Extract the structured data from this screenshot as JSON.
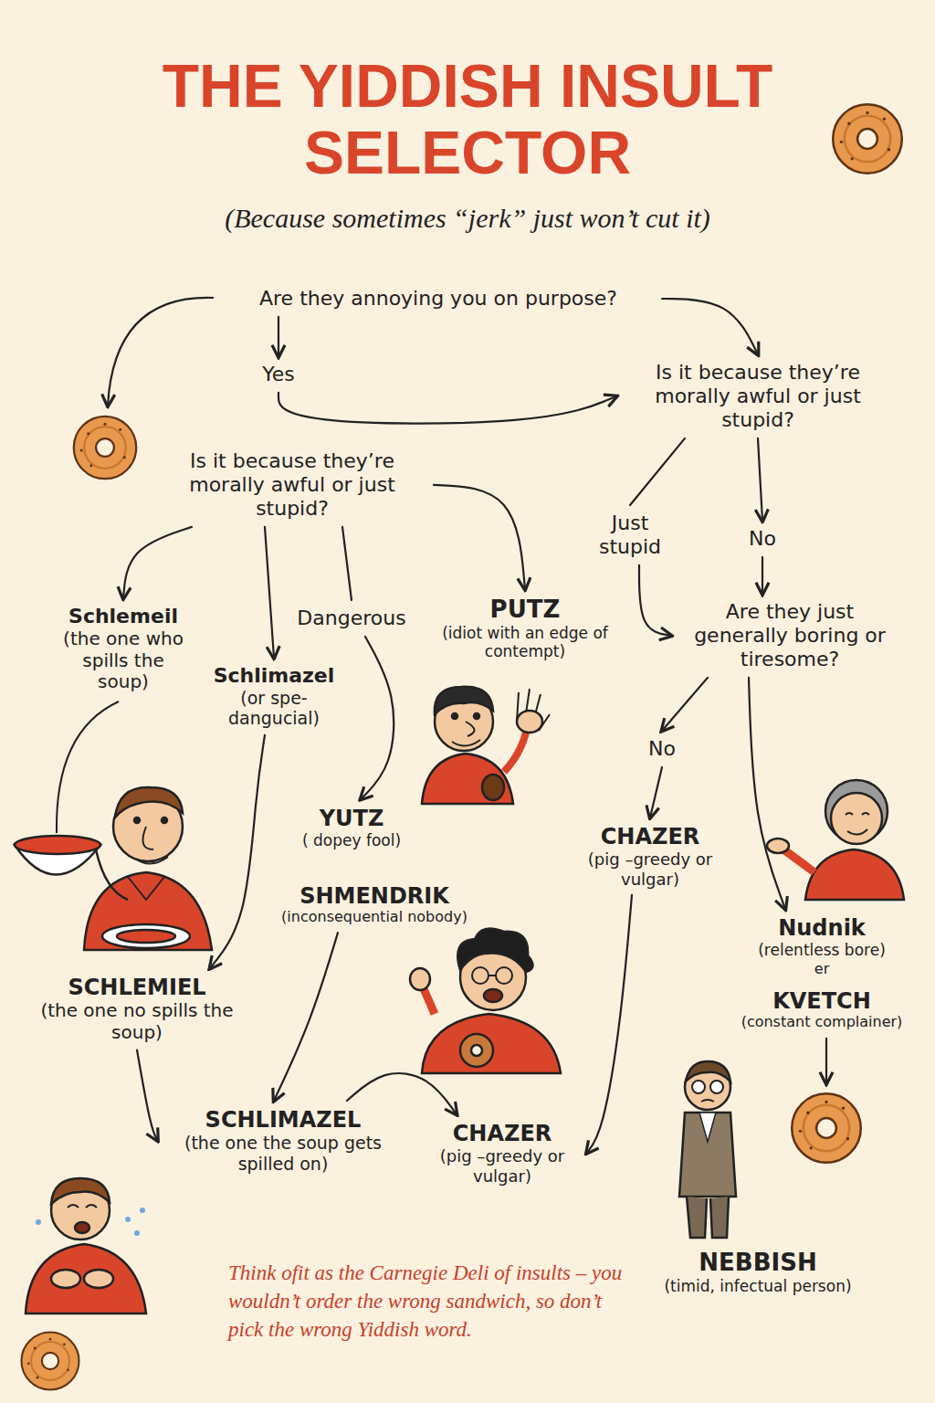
{
  "diagram": {
    "title": "THE YIDDISH INSULT SELECTOR",
    "caption": "Think ofit as the Carnegie Deli of insults – you wouldn’t order the wrong sandwich, so don’t pick the wrong Yiddish word.",
    "nodes": [
      {
        "text": [
          "Are they annoying you on purpose?"
        ]
      },
      {
        "text": [
          "Yes"
        ]
      },
      {
        "text": [
          "Is it because they’re morally awful or just stupid?"
        ]
      },
      {
        "text": [
          "Is it because they’re morally awful or just stupid?"
        ]
      },
      {
        "text": [
          "Just stupid"
        ]
      },
      {
        "text": [
          "No"
        ]
      },
      {
        "text": [
          "Are they just generally boring or tiresome?"
        ]
      },
      {
        "text": [
          "Schlemeil",
          "(the one who spills the soup)"
        ]
      },
      {
        "text": [
          "Dangerous"
        ]
      },
      {
        "text": [
          "Schlimazel",
          "(or spe- dangucial)"
        ]
      },
      {
        "text": [
          "PUTZ",
          "(idiot with an edge of contempt)"
        ]
      },
      {
        "text": [
          "No"
        ]
      },
      {
        "text": [
          "CHAZER",
          "(pig –greedy or vulgar)"
        ]
      },
      {
        "text": [
          "Nudnik",
          "(relentless bore)"
        ]
      },
      {
        "text": [
          "KVETCH",
          "(constant complainer)"
        ]
      },
      {
        "text": [
          "YUTZ",
          "( dopey fool)"
        ]
      },
      {
        "text": [
          "SHMENDRIK",
          "(inconsequential nobody)"
        ]
      },
      {
        "text": [
          "SCHLEMIEL",
          "(the one no spills the soup)"
        ]
      },
      {
        "text": [
          "SCHLIMAZEL",
          "(the one the soup gets spilled on)"
        ]
      },
      {
        "text": [
          "CHAZER",
          "(pig –greedy or vulgar)"
        ]
      },
      {
        "text": [
          "NEBBISH",
          "(timid, infectual person)"
        ]
      }
    ],
    "edges": [
      {
        "from": 0,
        "to": 1,
        "arrow": "to"
      },
      {
        "from": 0,
        "to": 2,
        "arrow": "to"
      },
      {
        "from": 1,
        "to": 2,
        "arrow": "to"
      },
      {
        "from": 3,
        "to": 7,
        "arrow": "to"
      },
      {
        "from": 3,
        "to": 9,
        "arrow": "to"
      },
      {
        "from": 3,
        "to": 8,
        "arrow": "none"
      },
      {
        "from": 3,
        "to": 10,
        "arrow": "to"
      },
      {
        "from": 8,
        "to": 15,
        "arrow": "to"
      },
      {
        "from": 9,
        "to": 17,
        "arrow": "to"
      },
      {
        "from": 2,
        "to": 4,
        "arrow": "none"
      },
      {
        "from": 2,
        "to": 5,
        "arrow": "to"
      },
      {
        "from": 4,
        "to": 6,
        "arrow": "to"
      },
      {
        "from": 5,
        "to": 6,
        "arrow": "to"
      },
      {
        "from": 6,
        "to": 11,
        "arrow": "to"
      },
      {
        "from": 6,
        "to": 13,
        "arrow": "to"
      },
      {
        "from": 11,
        "to": 12,
        "arrow": "to"
      },
      {
        "from": 12,
        "to": 19,
        "arrow": "to"
      },
      {
        "from": 16,
        "to": 18,
        "arrow": "to"
      },
      {
        "from": 17,
        "to": 18,
        "arrow": "to"
      },
      {
        "from": 18,
        "to": 19,
        "arrow": "to"
      }
    ],
    "labels": [
      "(Because sometimes “jerk” just won’t cut it)",
      "er"
    ]
  }
}
